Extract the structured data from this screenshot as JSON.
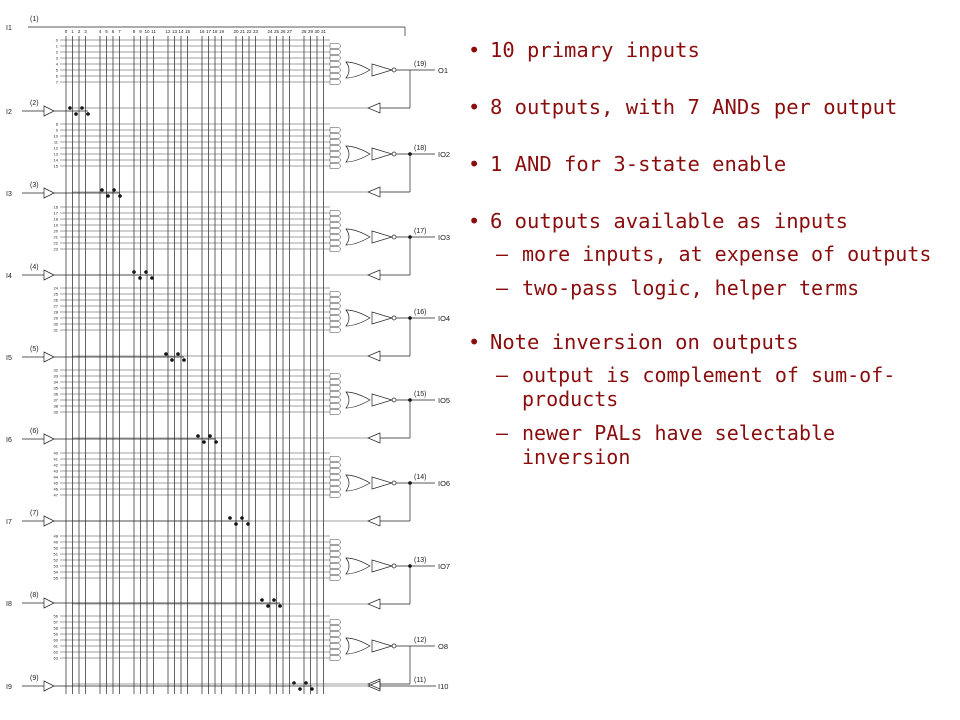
{
  "diagram": {
    "input_pins": [
      {
        "name": "I1",
        "pin": "(1)"
      },
      {
        "name": "I2",
        "pin": "(2)"
      },
      {
        "name": "I3",
        "pin": "(3)"
      },
      {
        "name": "I4",
        "pin": "(4)"
      },
      {
        "name": "I5",
        "pin": "(5)"
      },
      {
        "name": "I6",
        "pin": "(6)"
      },
      {
        "name": "I7",
        "pin": "(7)"
      },
      {
        "name": "I8",
        "pin": "(8)"
      },
      {
        "name": "I9",
        "pin": "(9)"
      }
    ],
    "outputs": [
      {
        "name": "O1",
        "pin": "(19)"
      },
      {
        "name": "IO2",
        "pin": "(18)"
      },
      {
        "name": "IO3",
        "pin": "(17)"
      },
      {
        "name": "IO4",
        "pin": "(16)"
      },
      {
        "name": "IO5",
        "pin": "(15)"
      },
      {
        "name": "IO6",
        "pin": "(14)"
      },
      {
        "name": "IO7",
        "pin": "(13)"
      },
      {
        "name": "O8",
        "pin": "(12)"
      }
    ],
    "last_input": {
      "name": "I10",
      "pin": "(11)"
    },
    "column_labels": [
      "0",
      "1",
      "2",
      "3",
      "4",
      "5",
      "6",
      "7",
      "8",
      "9",
      "10",
      "11",
      "12",
      "13",
      "14",
      "15",
      "16",
      "17",
      "18",
      "19",
      "20",
      "21",
      "22",
      "23",
      "24",
      "25",
      "26",
      "27",
      "28",
      "29",
      "30",
      "31"
    ],
    "product_terms": [
      "0",
      "1",
      "2",
      "3",
      "4",
      "5",
      "6",
      "7",
      "8",
      "9",
      "10",
      "11",
      "12",
      "13",
      "14",
      "15",
      "16",
      "17",
      "18",
      "19",
      "20",
      "21",
      "22",
      "23",
      "24",
      "25",
      "26",
      "27",
      "28",
      "29",
      "30",
      "31",
      "32",
      "33",
      "34",
      "35",
      "36",
      "37",
      "38",
      "39",
      "40",
      "41",
      "42",
      "43",
      "44",
      "45",
      "46",
      "47",
      "48",
      "49",
      "50",
      "51",
      "52",
      "53",
      "54",
      "55",
      "56",
      "57",
      "58",
      "59",
      "60",
      "61",
      "62",
      "63"
    ]
  },
  "notes": {
    "b1": "10 primary inputs",
    "b2": "8 outputs, with 7 ANDs per output",
    "b3": "1 AND for 3-state enable",
    "b4": "6 outputs available as inputs",
    "b4_subs": [
      "more inputs, at expense of outputs",
      "two-pass logic, helper terms"
    ],
    "b5": "Note inversion on outputs",
    "b5_subs": [
      "output is complement of sum-of-products",
      "newer PALs have selectable inversion"
    ]
  }
}
